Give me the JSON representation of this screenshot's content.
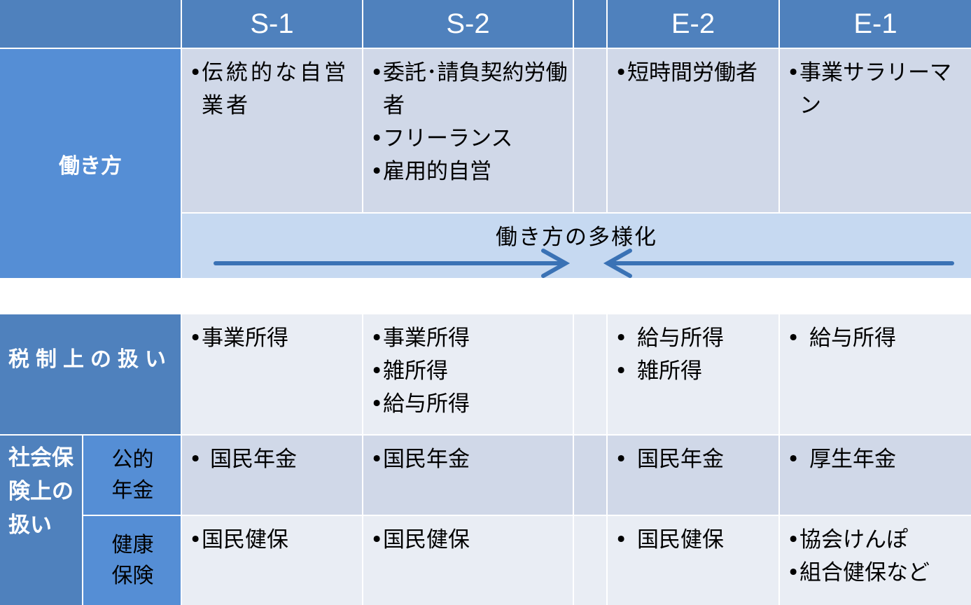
{
  "columns": {
    "s1": "S-1",
    "s2": "S-2",
    "e2": "E-2",
    "e1": "E-1"
  },
  "work_style": {
    "label": "働き方",
    "s1": [
      "伝統的な自営業者"
    ],
    "s2": [
      "委託･請負契約労働者",
      "フリーランス",
      "雇用的自営"
    ],
    "e2": [
      "短時間労働者"
    ],
    "e1": [
      "事業サラリーマン"
    ],
    "diversification_label": "働き方の多様化"
  },
  "tax": {
    "label": "税制上の扱い",
    "s1": [
      "事業所得"
    ],
    "s2": [
      "事業所得",
      "雑所得",
      "給与所得"
    ],
    "e2": [
      "給与所得",
      "雑所得"
    ],
    "e1": [
      "給与所得"
    ]
  },
  "social_insurance": {
    "label": "社会保険上の扱い",
    "pension": {
      "label": "公的年金",
      "s1": [
        "国民年金"
      ],
      "s2": [
        "国民年金"
      ],
      "e2": [
        "国民年金"
      ],
      "e1": [
        "厚生年金"
      ]
    },
    "health": {
      "label": "健康保険",
      "s1": [
        "国民健保"
      ],
      "s2": [
        "国民健保"
      ],
      "e2": [
        "国民健保"
      ],
      "e1": [
        "協会けんぽ",
        "組合健保など"
      ]
    }
  },
  "colors": {
    "header": "#4f81bd",
    "row_header": "#558ed5",
    "cell_dark": "#d0d8e8",
    "cell_light": "#e9edf4",
    "band": "#c6d9f1",
    "arrow": "#3a72b5"
  }
}
